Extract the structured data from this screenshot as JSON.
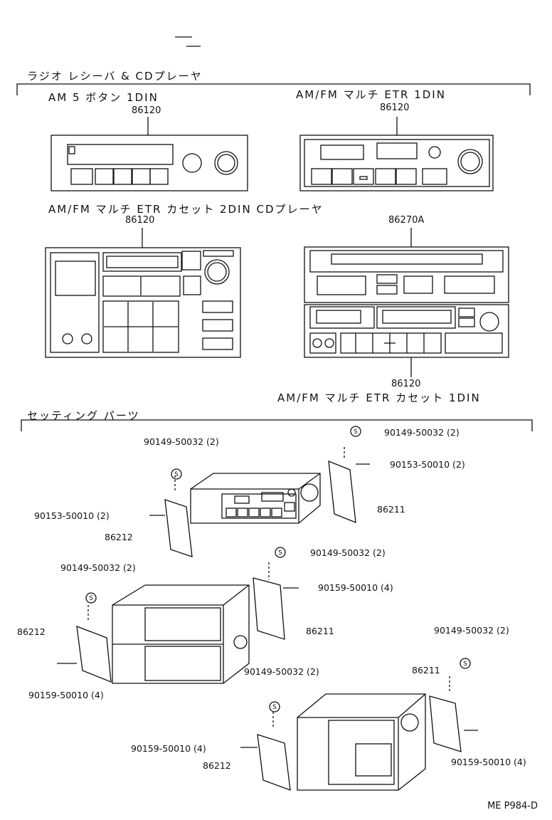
{
  "section_top": {
    "title": "ラジオ レシーバ & CDプレーヤ",
    "units": [
      {
        "name": "AM 5 ボタン 1DIN",
        "part": "86120"
      },
      {
        "name": "AM/FM マルチ ETR 1DIN",
        "part": "86120"
      },
      {
        "name": "AM/FM マルチ ETR カセット 2DIN CDプレーヤ",
        "part": "86120"
      },
      {
        "name": "86270A",
        "part": "86270A"
      },
      {
        "name": "AM/FM マルチ ETR カセット 1DIN",
        "part": "86120"
      }
    ]
  },
  "section_bottom": {
    "title": "セッティング パーツ"
  },
  "callouts": {
    "a1": "90149-50032 (2)",
    "a2": "90149-50032 (2)",
    "a3": "90153-50010 (2)",
    "a4": "90153-50010 (2)",
    "a5": "86211",
    "a6": "86212",
    "b1": "90149-50032 (2)",
    "b2": "90149-50032 (2)",
    "b3": "90159-50010 (4)",
    "b4": "86211",
    "b5": "86212",
    "b6": "90159-50010 (4)",
    "c1": "90149-50032 (2)",
    "c2": "90149-50032 (2)",
    "c3": "86211",
    "c4": "90159-50010 (4)",
    "c5": "86212",
    "c6": "90159-50010 (4)"
  },
  "doc_code": "ME P984-D"
}
